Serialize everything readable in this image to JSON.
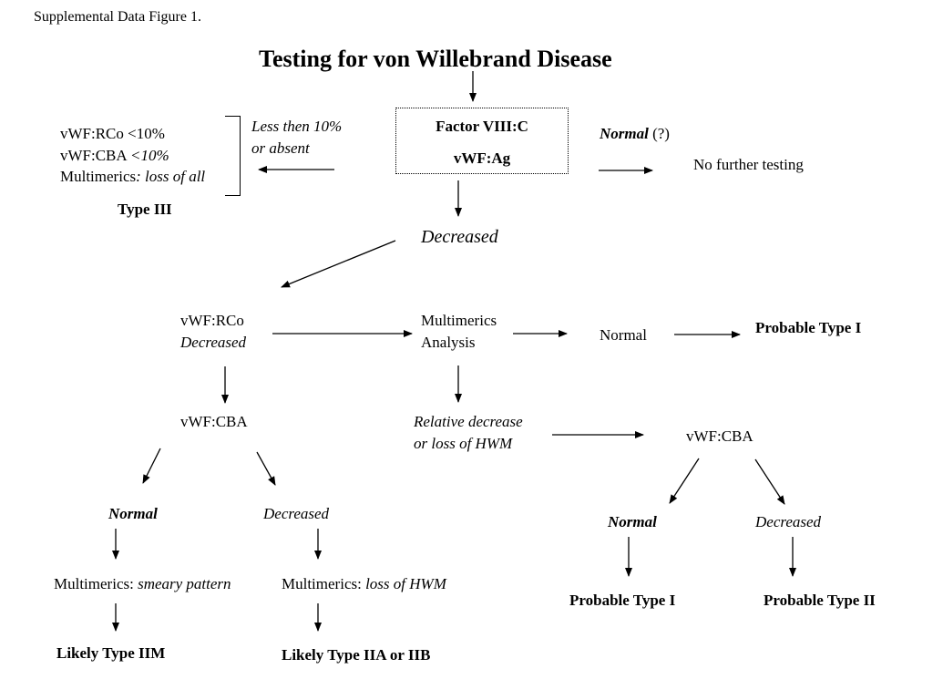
{
  "header": {
    "supplemental": "Supplemental Data Figure 1."
  },
  "title": "Testing for von Willebrand Disease",
  "start": {
    "line1": "Factor VIII:C",
    "line2": "vWF:Ag"
  },
  "normal_branch": {
    "label_italic": "Normal",
    "label_rest": " (?)",
    "result": "No further testing"
  },
  "absent_branch": {
    "label_line1": "Less then 10%",
    "label_line2": "or absent",
    "l1a": "vWF:RCo <10%",
    "l2a": "vWF:CBA ",
    "l2b": "<10%",
    "l3a": "Multimerics",
    "l3b": ": loss of all",
    "type": "Type III"
  },
  "decreased": "Decreased",
  "rco": {
    "line1": "vWF:RCo",
    "line2": "Decreased"
  },
  "multimerics": {
    "line1": "Multimerics",
    "line2": "Analysis"
  },
  "normal2": "Normal",
  "probable_type1_top": "Probable Type I",
  "left_cba": "vWF:CBA",
  "left_normal": "Normal",
  "left_decreased": "Decreased",
  "left_mult1": {
    "prefix": "Multimerics: ",
    "italic": "smeary pattern"
  },
  "left_mult2": {
    "prefix": "Multimerics: ",
    "italic": "loss of HWM"
  },
  "likely_iim": "Likely  Type IIM",
  "likely_iia": "Likely Type IIA or IIB",
  "relative": {
    "line1": "Relative decrease",
    "line2": "or loss of HWM"
  },
  "right_cba": "vWF:CBA",
  "right_normal": "Normal",
  "right_decreased": "Decreased",
  "probable_type1_bottom": "Probable Type I",
  "probable_type2": "Probable Type II"
}
